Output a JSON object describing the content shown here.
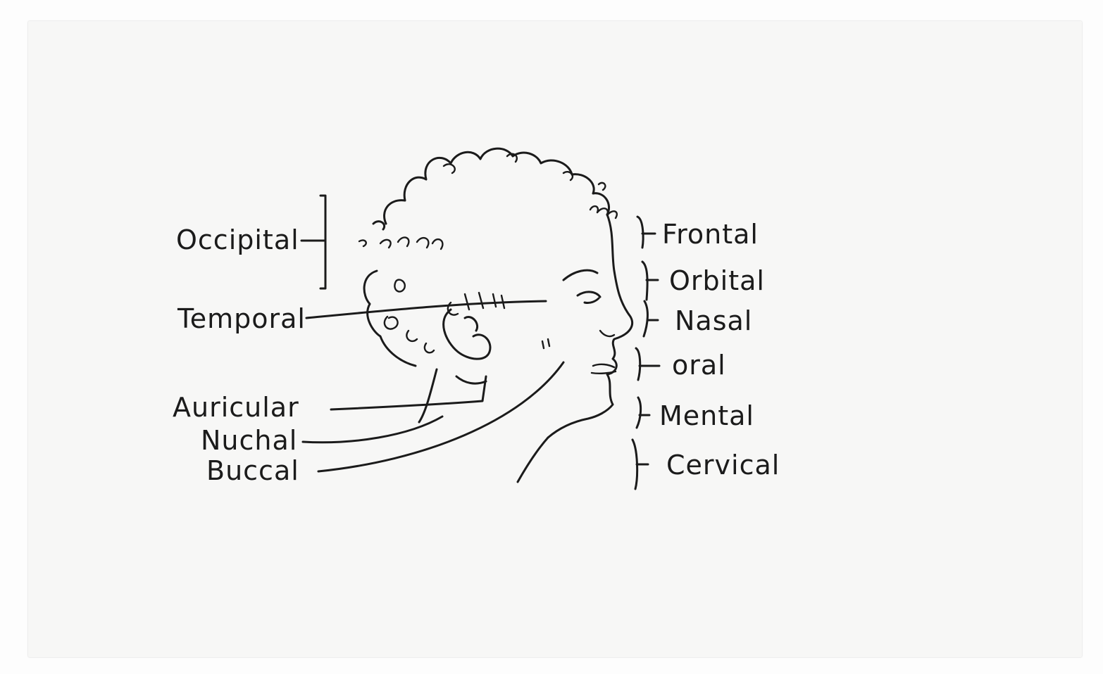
{
  "diagram": {
    "labels_left": {
      "occipital": "Occipital",
      "temporal": "Temporal",
      "auricular": "Auricular",
      "nuchal": "Nuchal",
      "buccal": "Buccal"
    },
    "labels_right": {
      "frontal": "Frontal",
      "orbital": "Orbital",
      "nasal": "Nasal",
      "oral": "oral",
      "mental": "Mental",
      "cervical": "Cervical"
    },
    "ink_color": "#1b1b1b",
    "paper_color": "#f7f7f6"
  }
}
